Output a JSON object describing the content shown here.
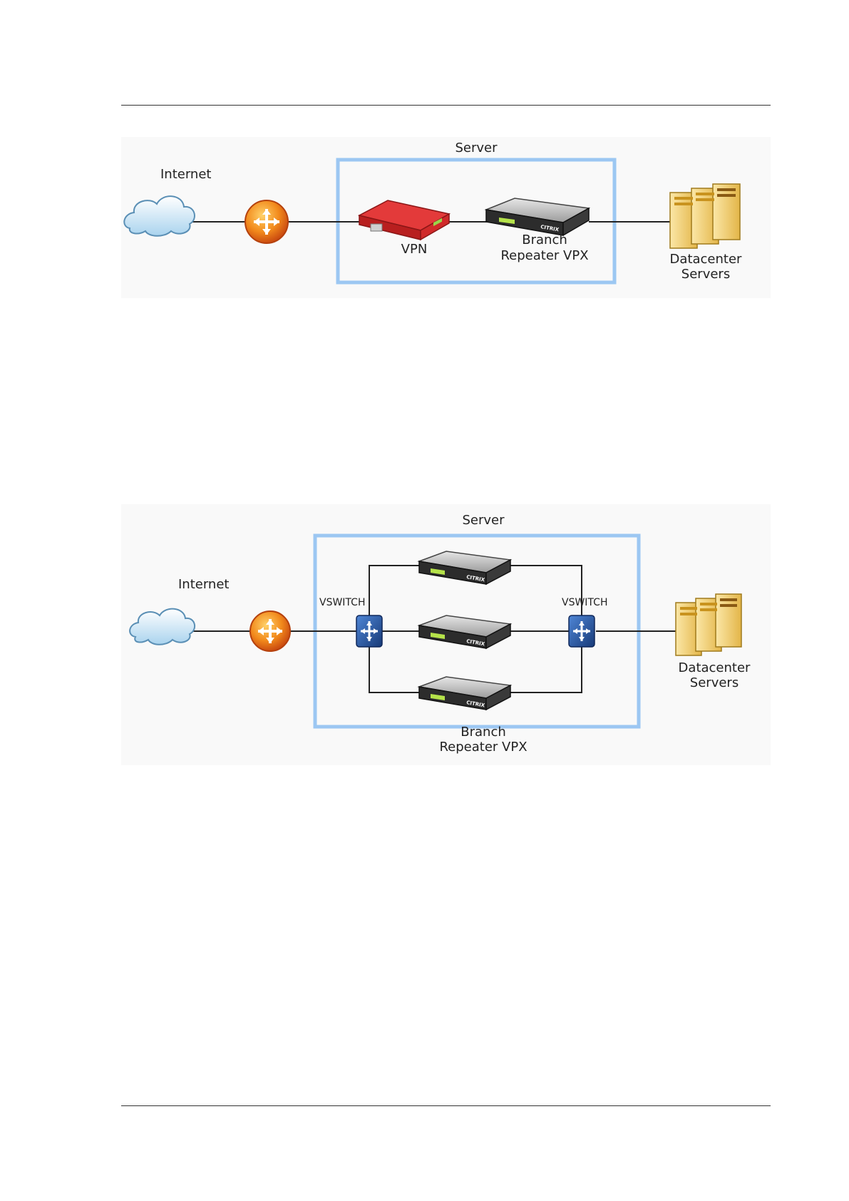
{
  "diagram1": {
    "server_label": "Server",
    "internet_label": "Internet",
    "vpn_label": "VPN",
    "repeater_label_line1": "Branch",
    "repeater_label_line2": "Repeater VPX",
    "datacenter_label_line1": "Datacenter",
    "datacenter_label_line2": "Servers",
    "device_brand": "CITRIX"
  },
  "diagram2": {
    "server_label": "Server",
    "internet_label": "Internet",
    "vswitch_left_label": "VSWITCH",
    "vswitch_right_label": "VSWITCH",
    "repeater_label_line1": "Branch",
    "repeater_label_line2": "Repeater VPX",
    "datacenter_label_line1": "Datacenter",
    "datacenter_label_line2": "Servers",
    "device_brand": "CITRIX"
  },
  "colors": {
    "server_box": "#9cc7f2",
    "router": "#f07d1a",
    "vpn": "#d42a2a",
    "vswitch": "#1f4f9e",
    "datacenter": "#f3d27a"
  }
}
